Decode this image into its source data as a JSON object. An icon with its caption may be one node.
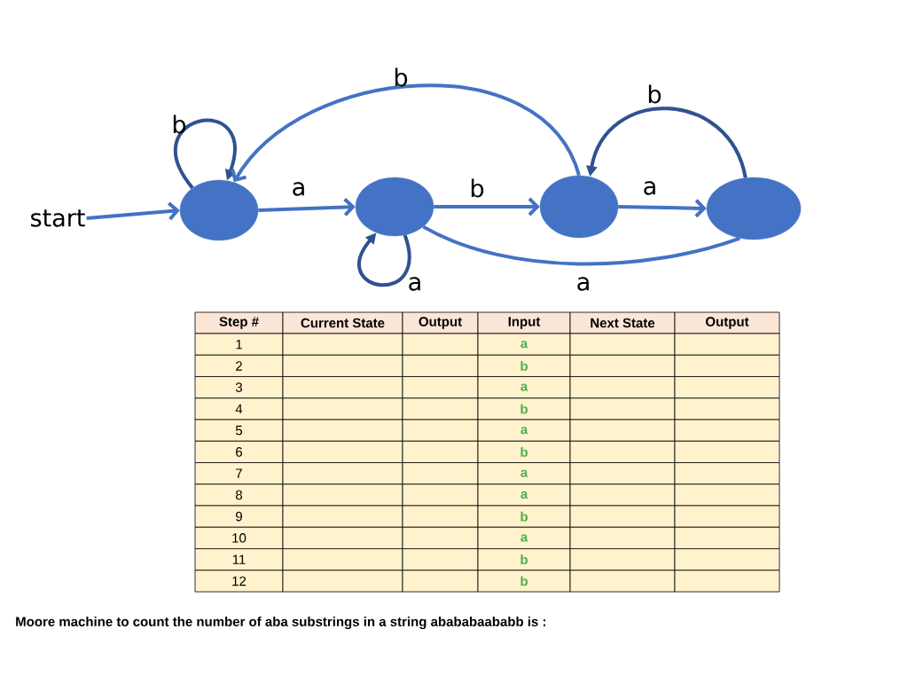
{
  "diagram": {
    "caption": "Moore machine to count the number of aba substrings in a string abababaababb is :",
    "nodes": [
      {
        "text": [
          "start"
        ]
      },
      {
        "text": [],
        "shape": "circle"
      },
      {
        "text": [],
        "shape": "circle"
      },
      {
        "text": [],
        "shape": "circle"
      },
      {
        "text": [],
        "shape": "circle"
      }
    ],
    "edges": [
      {
        "from": 0,
        "to": 1,
        "arrow": "to"
      },
      {
        "from": 1,
        "to": 1,
        "arrow": "to",
        "label": "b",
        "color": "#2f528f"
      },
      {
        "from": 1,
        "to": 2,
        "arrow": "to",
        "label": "a"
      },
      {
        "from": 2,
        "to": 2,
        "arrow": "to",
        "label": "a",
        "color": "#2f528f"
      },
      {
        "from": 2,
        "to": 3,
        "arrow": "to",
        "label": "b"
      },
      {
        "from": 3,
        "to": 1,
        "arrow": "to",
        "label": "b"
      },
      {
        "from": 3,
        "to": 4,
        "arrow": "to",
        "label": "a"
      },
      {
        "from": 4,
        "to": 3,
        "arrow": "to",
        "label": "b",
        "color": "#2f528f"
      },
      {
        "from": 4,
        "to": 2,
        "arrow": "none",
        "label": "a"
      }
    ],
    "labels": [
      "Step #",
      "Current State",
      "Output",
      "Input",
      "Next State",
      "Output",
      "1",
      "a",
      "2",
      "b",
      "3",
      "a",
      "4",
      "b",
      "5",
      "a",
      "6",
      "b",
      "7",
      "a",
      "8",
      "a",
      "9",
      "b",
      "10",
      "a",
      "11",
      "b",
      "12",
      "b"
    ]
  }
}
